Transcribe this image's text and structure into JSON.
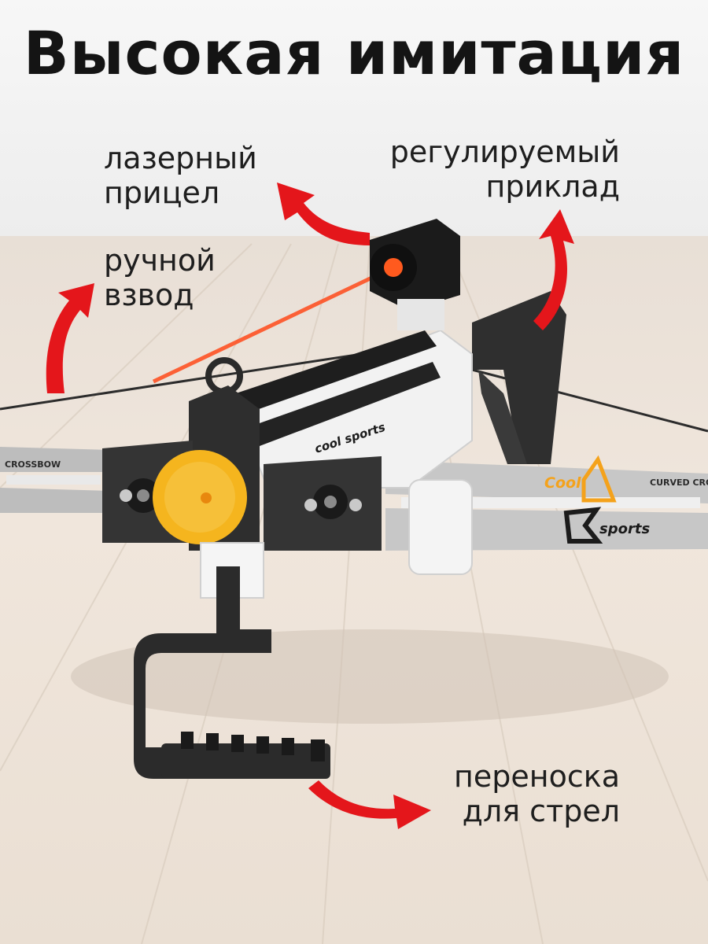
{
  "title": "Высокая имитация",
  "callouts": {
    "laser_sight": {
      "line1": "лазерный",
      "line2": "прицел"
    },
    "adjustable_stock": {
      "line1": "регулируемый",
      "line2": "приклад"
    },
    "manual_cocking": {
      "line1": "ручной",
      "line2": "взвод"
    },
    "arrow_holder": {
      "line1": "переноска",
      "line2": "для стрел"
    }
  },
  "product_marks": {
    "limb_left": "CROSSBOW",
    "limb_right": "CURVED  CROSS",
    "logo_cool": "Cool",
    "logo_sports": "sports",
    "body_logo": "cool sports"
  },
  "colors": {
    "arrow": "#e4161b",
    "laser": "#ff4a1a",
    "suction_cup": "#f5b51e",
    "logo_accent": "#f4a21b"
  }
}
